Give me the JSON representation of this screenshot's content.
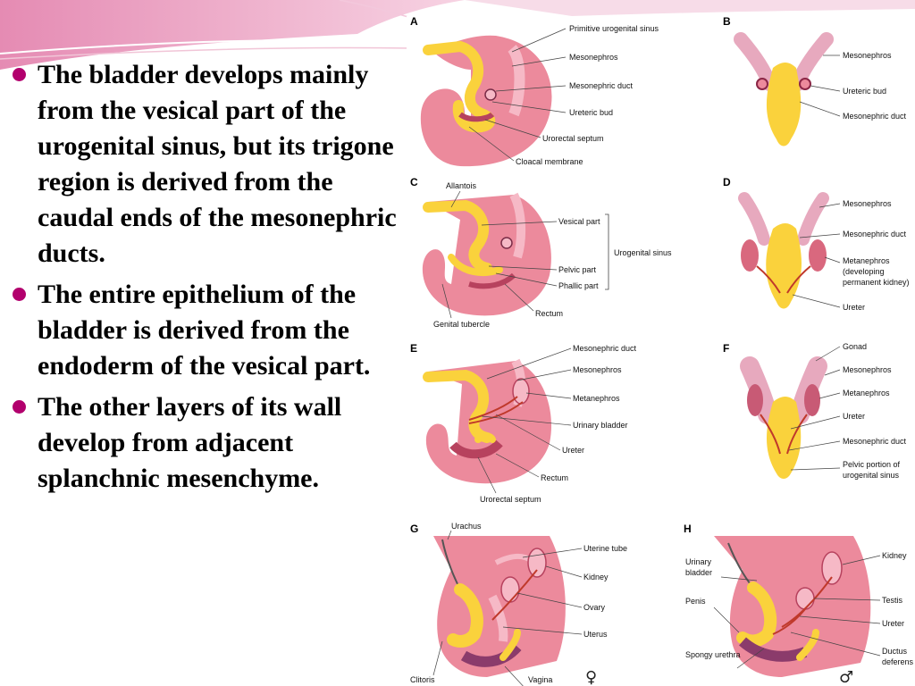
{
  "slide": {
    "bullets": [
      {
        "text": "The bladder develops mainly from the vesical part of the urogenital sinus, but its trigone region is derived from the caudal ends of the mesonephric ducts."
      },
      {
        "text": "The entire epithelium of the bladder is derived from the endoderm of the vesical part."
      },
      {
        "text": "The other layers of its wall develop from adjacent splanchnic mesenchyme."
      }
    ]
  },
  "figure": {
    "panels": [
      {
        "letter": "A",
        "labels": [
          "Primitive urogenital sinus",
          "Mesonephros",
          "Mesonephric duct",
          "Ureteric bud",
          "Urorectal septum",
          "Cloacal membrane"
        ]
      },
      {
        "letter": "B",
        "labels": [
          "Mesonephros",
          "Ureteric bud",
          "Mesonephric duct"
        ]
      },
      {
        "letter": "C",
        "labels": [
          "Allantois",
          "Vesical part",
          "Urogenital sinus",
          "Pelvic part",
          "Phallic part",
          "Rectum",
          "Genital tubercle"
        ]
      },
      {
        "letter": "D",
        "labels": [
          "Mesonephros",
          "Mesonephric duct",
          "Metanephros",
          "(developing",
          "permanent kidney)",
          "Ureter"
        ]
      },
      {
        "letter": "E",
        "labels": [
          "Mesonephric duct",
          "Mesonephros",
          "Metanephros",
          "Urinary bladder",
          "Ureter",
          "Rectum",
          "Urorectal septum"
        ]
      },
      {
        "letter": "F",
        "labels": [
          "Gonad",
          "Mesonephros",
          "Metanephros",
          "Ureter",
          "Mesonephric duct",
          "Pelvic portion of",
          "urogenital sinus"
        ]
      },
      {
        "letter": "G",
        "labels": [
          "Urachus",
          "Uterine tube",
          "Kidney",
          "Ovary",
          "Uterus",
          "Clitoris",
          "Vagina"
        ],
        "symbol": "♀"
      },
      {
        "letter": "H",
        "labels": [
          "Urinary",
          "bladder",
          "Penis",
          "Kidney",
          "Testis",
          "Ureter",
          "Spongy urethra",
          "Ductus",
          "deferens"
        ],
        "symbol": "♂"
      }
    ],
    "colors": {
      "tissue": "#ec8a9c",
      "tissue_light": "#f6b9c6",
      "duct": "#fad23c",
      "vessel": "#d0402f",
      "bullet": "#b2006d"
    }
  }
}
